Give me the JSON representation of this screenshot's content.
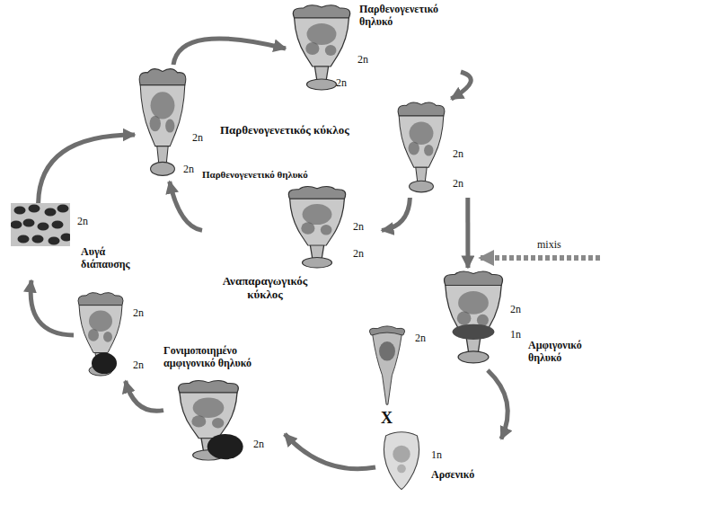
{
  "diagram": {
    "nodes": [
      {
        "text": [
          "Παρθενογενετικό θηλυκό",
          "2n",
          "2n"
        ]
      },
      {
        "text": [
          "2n",
          "2n"
        ]
      },
      {
        "text": [
          "2n",
          "2n"
        ]
      },
      {
        "text": [
          "Παρθενογενετικό θηλυκό",
          "2n",
          "2n"
        ]
      },
      {
        "text": [
          "2n",
          "Αυγά διάπαυσης"
        ]
      },
      {
        "text": [
          "2n",
          "1n",
          "Αμφιγονικό θηλυκό"
        ]
      },
      {
        "text": [
          "2n"
        ]
      },
      {
        "text": [
          "1n",
          "Αρσενικό"
        ]
      },
      {
        "text": [
          "Γονιμοποιημένο αμφιγονικό θηλυκό",
          "2n"
        ]
      },
      {
        "text": [
          "2n",
          "2n"
        ]
      }
    ],
    "edges": [
      {
        "from": 2,
        "to": 0,
        "arrow": "to"
      },
      {
        "from": 0,
        "to": 1,
        "arrow": "to"
      },
      {
        "from": 1,
        "to": 3,
        "arrow": "to"
      },
      {
        "from": 3,
        "to": 2,
        "arrow": "to"
      },
      {
        "from": 1,
        "to": 5,
        "arrow": "to"
      },
      {
        "from": 5,
        "to": 7,
        "arrow": "to"
      },
      {
        "from": 7,
        "to": 8,
        "arrow": "to"
      },
      {
        "from": 8,
        "to": 9,
        "arrow": "to"
      },
      {
        "from": 9,
        "to": 4,
        "arrow": "to"
      },
      {
        "from": 4,
        "to": 2,
        "arrow": "to"
      }
    ],
    "labels": [
      "Παρθενογενετικός κύκλος",
      "Αναπαραγωγικός κύκλος",
      "mixis",
      "X"
    ]
  }
}
